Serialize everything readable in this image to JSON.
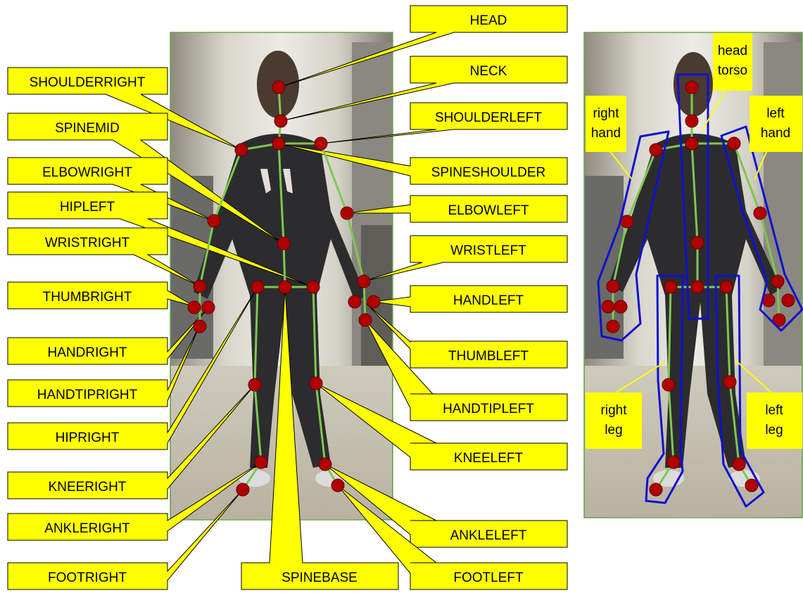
{
  "joint_labels": {
    "head": "HEAD",
    "neck": "NECK",
    "shoulder_right": "SHOULDERRIGHT",
    "shoulder_left": "SHOULDERLEFT",
    "spine_mid": "SPINEMID",
    "spine_shoulder": "SPINESHOULDER",
    "elbow_right": "ELBOWRIGHT",
    "elbow_left": "ELBOWLEFT",
    "hip_left": "HIPLEFT",
    "wrist_right": "WRISTRIGHT",
    "wrist_left": "WRISTLEFT",
    "thumb_right": "THUMBRIGHT",
    "hand_left": "HANDLEFT",
    "hand_right": "HANDRIGHT",
    "thumb_left": "THUMBLEFT",
    "handtip_right": "HANDTIPRIGHT",
    "handtip_left": "HANDTIPLEFT",
    "hip_right": "HIPRIGHT",
    "knee_left": "KNEELEFT",
    "knee_right": "KNEERIGHT",
    "ankle_right": "ANKLERIGHT",
    "ankle_left": "ANKLELEFT",
    "foot_right": "FOOTRIGHT",
    "spine_base": "SPINEBASE",
    "foot_left": "FOOTLEFT"
  },
  "group_labels": {
    "head": "head",
    "torso": "torso",
    "right_hand_1": "right",
    "right_hand_2": "hand",
    "left_hand_1": "left",
    "left_hand_2": "hand",
    "right_leg_1": "right",
    "right_leg_2": "leg",
    "left_leg_1": "left",
    "left_leg_2": "leg"
  },
  "colors": {
    "callout_fill": "#ffff00",
    "callout_stroke": "#000000",
    "joint": "#c00000",
    "bone": "#7ec850",
    "group_outline": "#1010d0",
    "group_leader": "#ffff00"
  }
}
